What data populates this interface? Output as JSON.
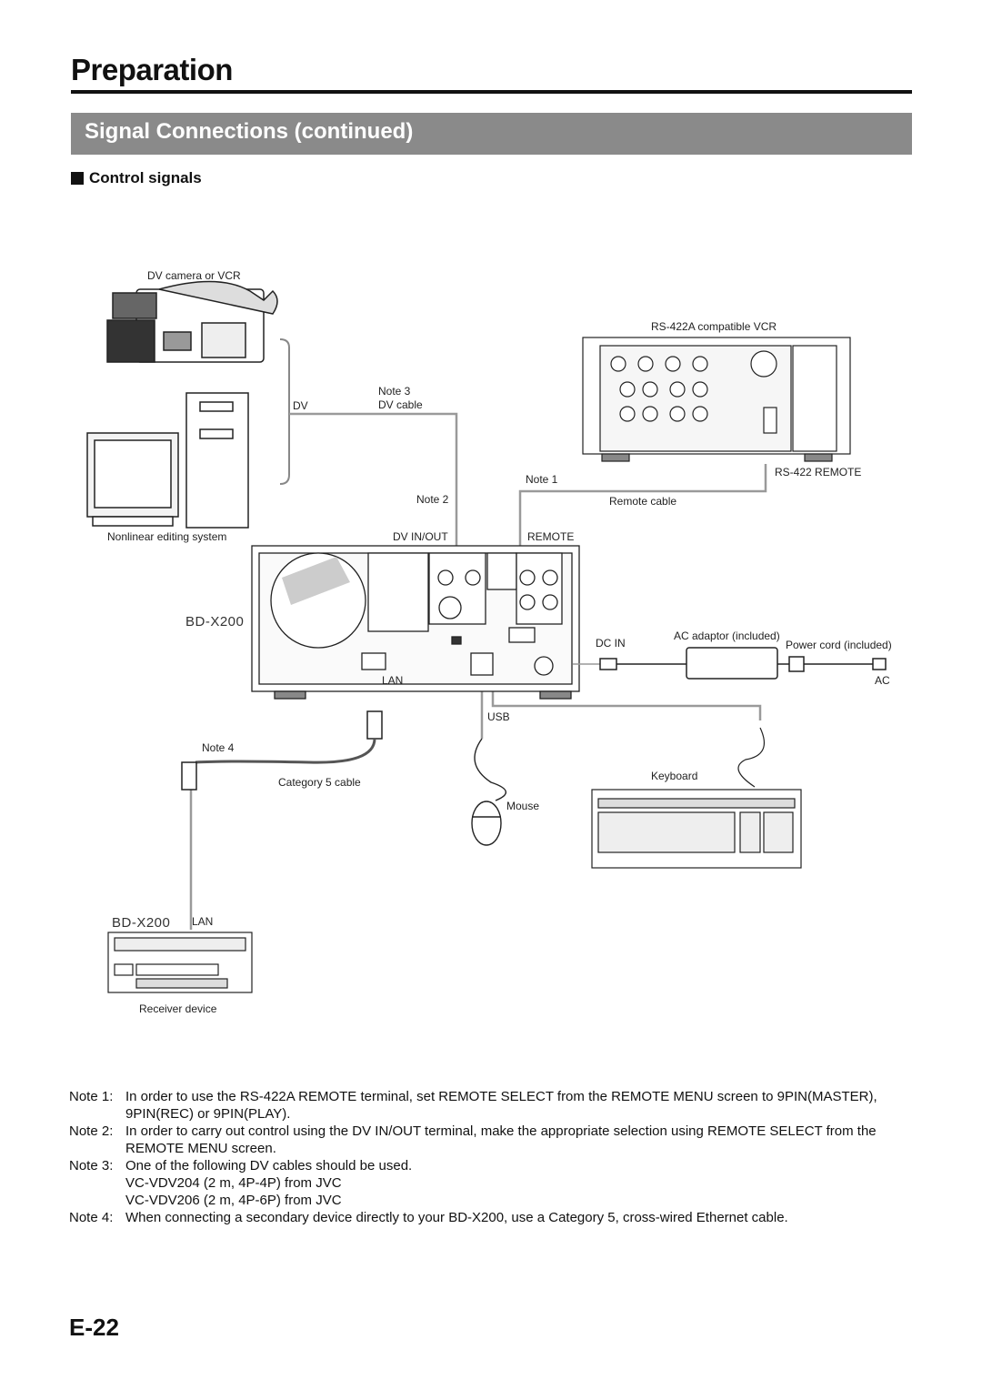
{
  "header": {
    "title": "Preparation",
    "section": "Signal Connections (continued)",
    "subsection": "Control signals"
  },
  "diagram": {
    "dv_camera": "DV camera or VCR",
    "nle": "Nonlinear editing system",
    "dv_label": "DV",
    "note3": "Note 3",
    "dv_cable": "DV cable",
    "note2": "Note 2",
    "note1": "Note 1",
    "vcr": "RS-422A compatible VCR",
    "rs422": "RS-422 REMOTE",
    "remote_cable": "Remote cable",
    "dv_inout": "DV IN/OUT",
    "remote": "REMOTE",
    "bdx200_main": "BD-X200",
    "dc_in": "DC IN",
    "ac_adaptor": "AC adaptor (included)",
    "power_cord": "Power cord (included)",
    "ac": "AC",
    "lan_main": "LAN",
    "usb": "USB",
    "note4": "Note 4",
    "cat5": "Category 5 cable",
    "keyboard": "Keyboard",
    "mouse": "Mouse",
    "bdx200_recv": "BD-X200",
    "lan_recv": "LAN",
    "receiver": "Receiver device"
  },
  "notes": [
    {
      "key": "Note 1:",
      "lines": [
        "In order to use the RS-422A REMOTE terminal, set REMOTE SELECT from the REMOTE MENU screen to 9PIN(MASTER), 9PIN(REC) or 9PIN(PLAY)."
      ]
    },
    {
      "key": "Note 2:",
      "lines": [
        "In order to carry out control using the DV IN/OUT terminal, make the appropriate selection using REMOTE SELECT from the REMOTE MENU screen."
      ]
    },
    {
      "key": "Note 3:",
      "lines": [
        "One of the following DV cables should be used.",
        "VC-VDV204 (2 m, 4P-4P) from JVC",
        "VC-VDV206 (2 m, 4P-6P) from JVC"
      ]
    },
    {
      "key": "Note 4:",
      "lines": [
        "When connecting a secondary device directly to your BD-X200, use a Category 5, cross-wired Ethernet cable."
      ]
    }
  ],
  "page_number": "E-22"
}
